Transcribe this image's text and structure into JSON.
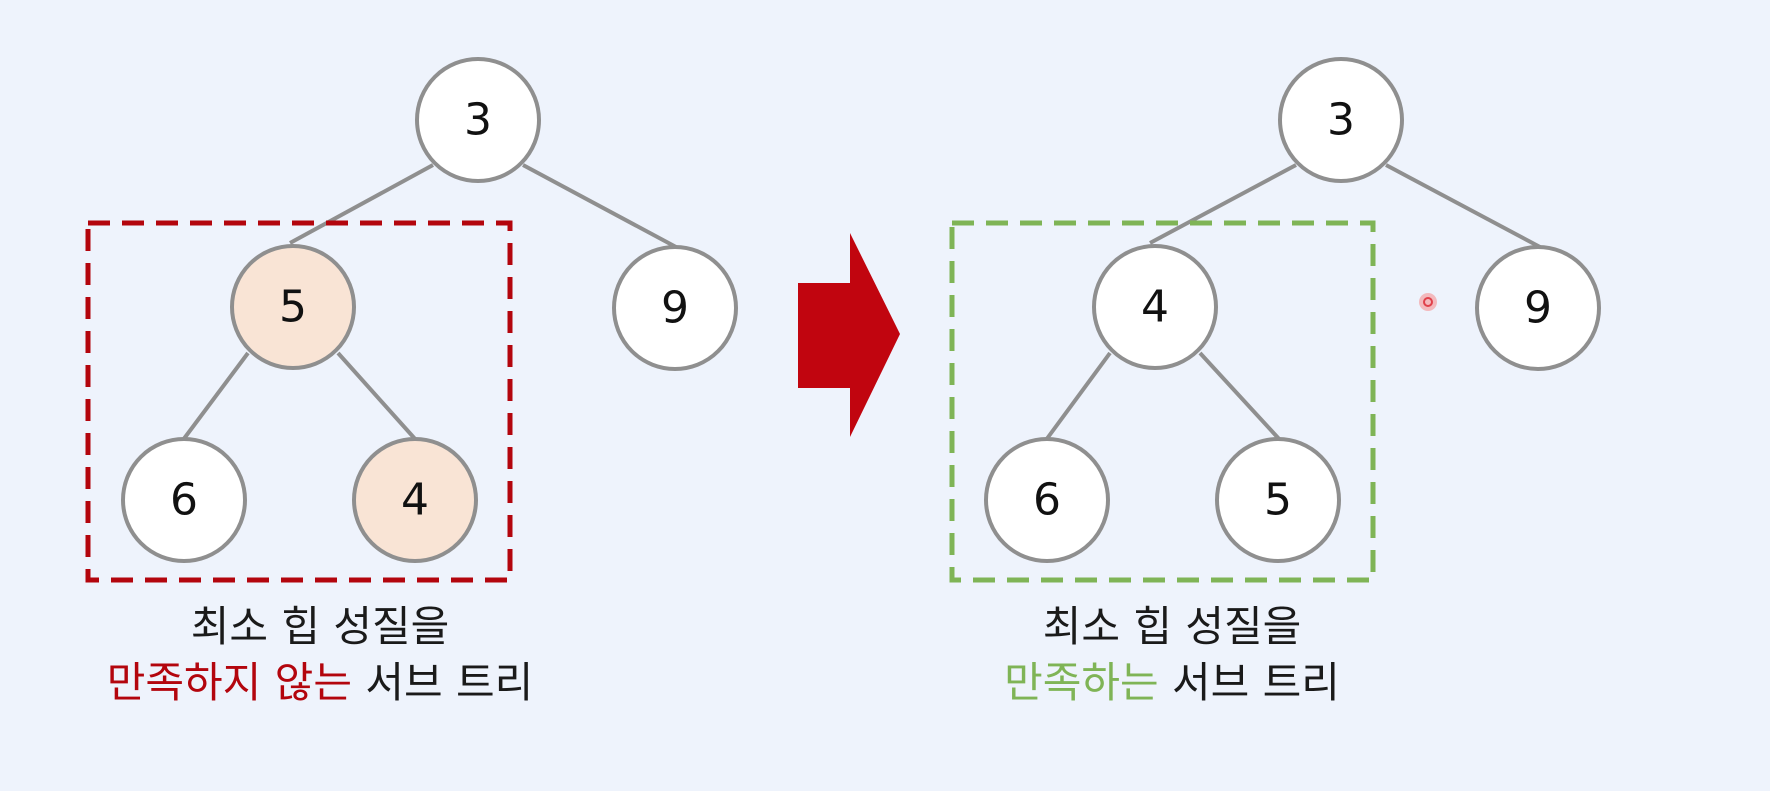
{
  "colors": {
    "background": "#eef3fc",
    "node_fill": "#ffffff",
    "node_highlight_fill": "#f9e4d5",
    "node_stroke": "#8f8f8f",
    "invalid_accent": "#b3050d",
    "valid_accent": "#7fb456",
    "cursor_dot": "#e0404a"
  },
  "left_tree": {
    "nodes": [
      {
        "id": "root",
        "label": "3",
        "highlight": false
      },
      {
        "id": "left",
        "label": "5",
        "highlight": true
      },
      {
        "id": "right",
        "label": "9",
        "highlight": false
      },
      {
        "id": "left-left",
        "label": "6",
        "highlight": false
      },
      {
        "id": "left-right",
        "label": "4",
        "highlight": true
      }
    ],
    "caption": {
      "line1": "최소 힙 성질을",
      "line2_accent_a": "만족하지 않는",
      "line2_rest": " 서브 트리"
    }
  },
  "right_tree": {
    "nodes": [
      {
        "id": "root",
        "label": "3",
        "highlight": false
      },
      {
        "id": "left",
        "label": "4",
        "highlight": false
      },
      {
        "id": "right",
        "label": "9",
        "highlight": false
      },
      {
        "id": "left-left",
        "label": "6",
        "highlight": false
      },
      {
        "id": "left-right",
        "label": "5",
        "highlight": false
      }
    ],
    "caption": {
      "line1": "최소 힙 성질을",
      "line2_accent_a": "만족하는",
      "line2_rest": " 서브 트리"
    }
  },
  "arrow": {
    "icon": "right-arrow-icon"
  }
}
